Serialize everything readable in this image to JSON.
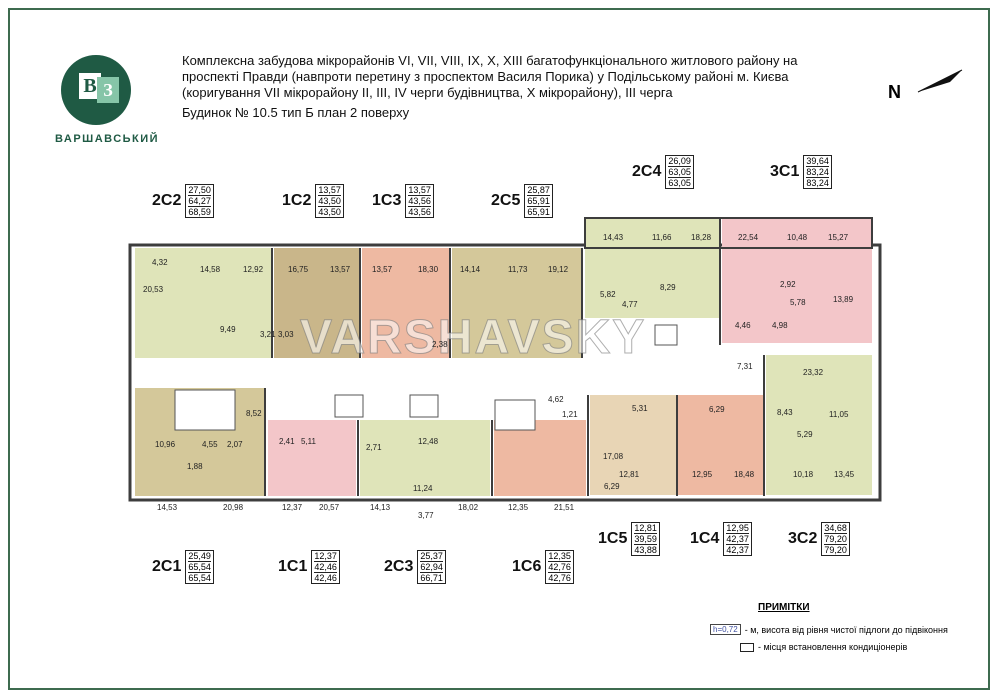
{
  "logo": {
    "text": "ВАРШАВСЬКИЙ",
    "letters_left": "В",
    "letters_right": "З"
  },
  "title": {
    "lines": [
      "Комплексна забудова мікрорайонів VI, VII, VIII, IX, X, XIII багатофункціонального житлового району на",
      "проспекті Правди (навпроти перетину з проспектом Василя Порика) у Подільському районі м. Києва",
      "(коригування VII мікрорайону II, III, IV черги будівництва, X мікрорайону), III черга",
      "Будинок № 10.5   тип Б   план 2 поверху"
    ]
  },
  "north": {
    "label": "N"
  },
  "watermark": "VARSHAVSKY",
  "apartments": [
    {
      "code": "2С2",
      "values": [
        "27,50",
        "64,27",
        "68,59"
      ]
    },
    {
      "code": "1С2",
      "values": [
        "13,57",
        "43,50",
        "43,50"
      ]
    },
    {
      "code": "1С3",
      "values": [
        "13,57",
        "43,56",
        "43,56"
      ]
    },
    {
      "code": "2С5",
      "values": [
        "25,87",
        "65,91",
        "65,91"
      ]
    },
    {
      "code": "2С4",
      "values": [
        "26,09",
        "63,05",
        "63,05"
      ]
    },
    {
      "code": "3С1",
      "values": [
        "39,64",
        "83,24",
        "83,24"
      ]
    },
    {
      "code": "2С1",
      "values": [
        "25,49",
        "65,54",
        "65,54"
      ]
    },
    {
      "code": "1С1",
      "values": [
        "12,37",
        "42,46",
        "42,46"
      ]
    },
    {
      "code": "2С3",
      "values": [
        "25,37",
        "62,94",
        "66,71"
      ]
    },
    {
      "code": "1С6",
      "values": [
        "12,35",
        "42,76",
        "42,76"
      ]
    },
    {
      "code": "1С5",
      "values": [
        "12,81",
        "39,59",
        "43,88"
      ]
    },
    {
      "code": "1С4",
      "values": [
        "12,95",
        "42,37",
        "42,37"
      ]
    },
    {
      "code": "3С2",
      "values": [
        "34,68",
        "79,20",
        "79,20"
      ]
    }
  ],
  "rooms": [
    "4,32",
    "20,53",
    "14,58",
    "12,92",
    "9,49",
    "16,75",
    "13,57",
    "3,03",
    "13,57",
    "18,30",
    "14,14",
    "11,73",
    "19,12",
    "2,38",
    "14,43",
    "11,66",
    "18,28",
    "5,82",
    "4,77",
    "8,29",
    "22,54",
    "10,48",
    "15,27",
    "2,92",
    "5,78",
    "13,89",
    "4,46",
    "4,98",
    "7,31",
    "23,32",
    "11,05",
    "8,43",
    "5,29",
    "10,18",
    "13,45",
    "18,48",
    "12,95",
    "6,29",
    "12,81",
    "17,08",
    "6,29",
    "5,31",
    "4,62",
    "1,21",
    "21,51",
    "12,35",
    "18,02",
    "3,77",
    "11,24",
    "14,13",
    "12,48",
    "2,71",
    "20,57",
    "12,37",
    "5,11",
    "2,41",
    "8,52",
    "2,07",
    "4,55",
    "10,96",
    "1,88",
    "14,53",
    "20,98",
    "3,21"
  ],
  "colors": {
    "green": "#dfe4b9",
    "olive": "#d4c89a",
    "tan": "#c9b68a",
    "salmon": "#eeb9a2",
    "pink": "#f3c6c9",
    "beige": "#e8d5b5",
    "corridor": "#ffffff",
    "wall": "#3d3d3d"
  },
  "notes": {
    "heading": "ПРИМІТКИ",
    "h_label": "h=0,72",
    "h_text": "- м, висота від рівня чистої підлоги до підвіконня",
    "ac_text": "- місця встановлення кондиціонерів"
  }
}
